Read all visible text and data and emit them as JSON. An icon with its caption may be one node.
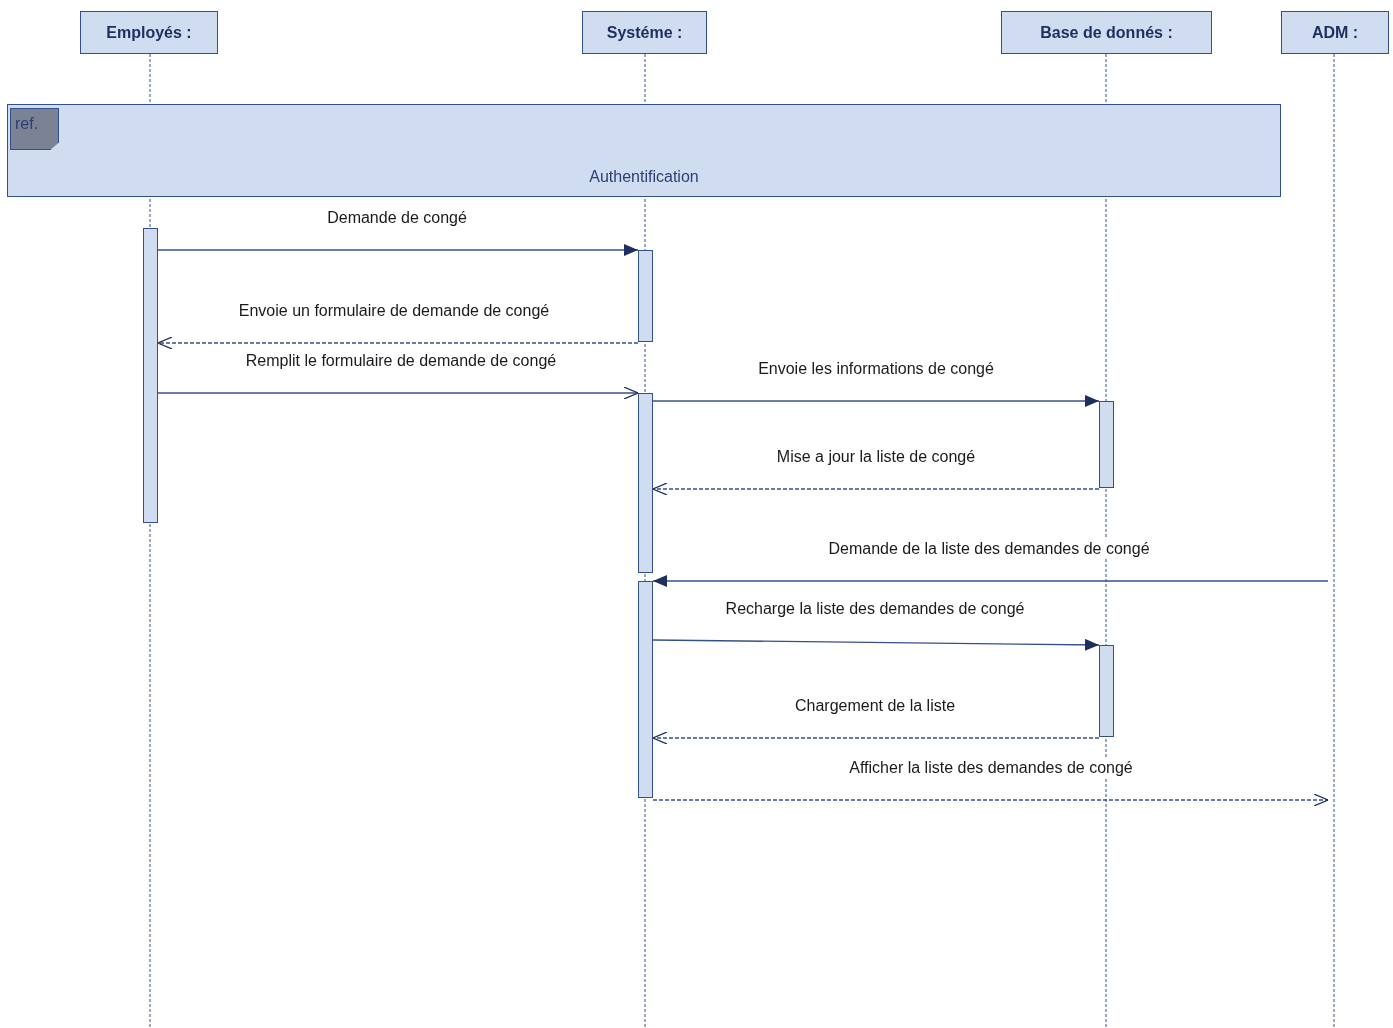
{
  "diagram": {
    "nodes": [
      {
        "text": [
          "Employés :"
        ]
      },
      {
        "text": [
          "Systéme :"
        ]
      },
      {
        "text": [
          "Base de donnés :"
        ]
      },
      {
        "text": [
          "ADM :"
        ]
      },
      {
        "text": [
          "Authentification"
        ]
      },
      {
        "text": [
          "ref."
        ],
        "in": 4
      },
      {
        "text": [],
        "shape": "bar"
      },
      {
        "text": [],
        "shape": "bar"
      },
      {
        "text": [],
        "shape": "bar"
      },
      {
        "text": [],
        "shape": "bar"
      },
      {
        "text": [],
        "shape": "bar"
      },
      {
        "text": [],
        "shape": "bar"
      }
    ],
    "edges": [
      {
        "from": 6,
        "to": 7,
        "arrow": "to",
        "label": "Demande de congé"
      },
      {
        "from": 7,
        "to": 6,
        "arrow": "to",
        "label": "Envoie un formulaire de demande de congé",
        "style": "dashed"
      },
      {
        "from": 6,
        "to": 8,
        "arrow": "to",
        "label": "Remplit le formulaire de demande de congé"
      },
      {
        "from": 8,
        "to": 9,
        "arrow": "to",
        "label": "Envoie les informations de congé"
      },
      {
        "from": 9,
        "to": 8,
        "arrow": "to",
        "label": "Mise a jour la liste de congé",
        "style": "dashed"
      },
      {
        "from": null,
        "to": 10,
        "arrow": "to",
        "label": "Demande de la liste des demandes de congé"
      },
      {
        "from": 10,
        "to": 11,
        "arrow": "to",
        "label": "Recharge la liste des demandes de congé"
      },
      {
        "from": 11,
        "to": 10,
        "arrow": "to",
        "label": "Chargement de la liste",
        "style": "dashed"
      },
      {
        "from": 10,
        "to": null,
        "arrow": "to",
        "label": "Afficher la liste des demandes de congé",
        "style": "dashed"
      }
    ]
  }
}
